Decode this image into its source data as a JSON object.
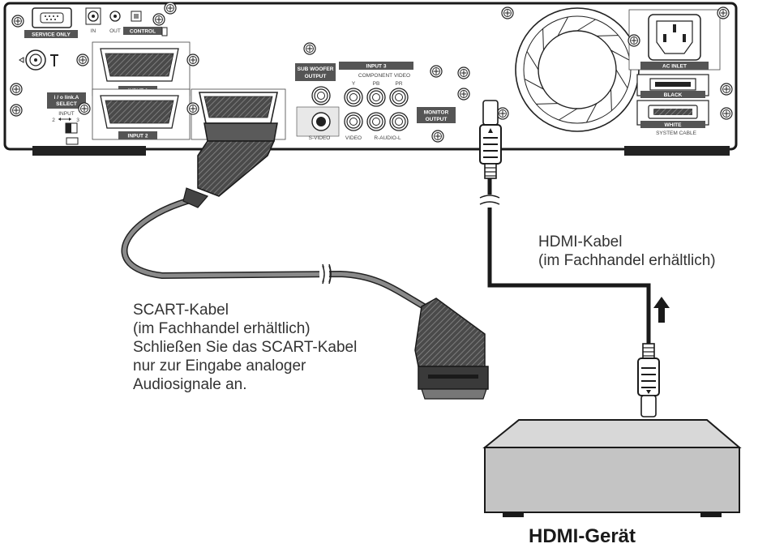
{
  "panel_labels": {
    "service_only": "SERVICE ONLY",
    "in": "IN",
    "out": "OUT",
    "control": "CONTROL",
    "input1": "INPUT 1",
    "input2": "INPUT 2",
    "io_select_line1": "i / o link.A",
    "io_select_line2": "SELECT",
    "io_input": "INPUT",
    "io_two": "2",
    "io_three": "3",
    "sub_woofer_line1": "SUB WOOFER",
    "sub_woofer_line2": "OUTPUT",
    "input3": "INPUT 3",
    "component_video": "COMPONENT VIDEO",
    "y": "Y",
    "pb": "PB",
    "pr": "PR",
    "s_video": "S-VIDEO",
    "video": "VIDEO",
    "r_audio_l": "R-AUDIO-L",
    "monitor_line1": "MONITOR",
    "monitor_line2": "OUTPUT",
    "ac_inlet": "AC INLET",
    "black": "BLACK",
    "white": "WHITE",
    "system_cable": "SYSTEM CABLE"
  },
  "callouts": {
    "hdmi_cable": [
      "HDMI-Kabel",
      "(im Fachhandel erhältlich)"
    ],
    "scart_cable": [
      "SCART-Kabel",
      "(im Fachhandel erhältlich)",
      "Schließen Sie das SCART-Kabel",
      "nur zur Eingabe analoger",
      "Audiosignale an."
    ]
  },
  "device_label": "HDMI-Gerät",
  "colors": {
    "outline": "#1a1a1a",
    "panel_label_bg": "#555555",
    "cable_gray": "#8a8a8a",
    "device_gray": "#d4d4d4"
  }
}
